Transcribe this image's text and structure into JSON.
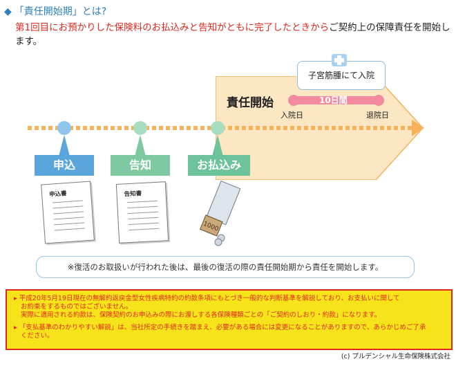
{
  "header": {
    "title": "「責任開始期」とは?",
    "lead_red": "第1回目にお預かりした保険料のお払込みと告知がともに完了したときから",
    "lead_black": "ご契約上の保障責任を開始します。"
  },
  "diagram": {
    "hospital_card": "子宮筋腫にて入院",
    "responsibility_start": "責任開始",
    "stay_length": "10日間",
    "admission": "入院日",
    "discharge": "退院日",
    "stages": [
      {
        "label": "申込",
        "color": "#5ba5dd"
      },
      {
        "label": "告知",
        "color": "#7ec8a2"
      },
      {
        "label": "お払込み",
        "color": "#6cc39a"
      }
    ],
    "docs": {
      "application": "申込書",
      "disclosure": "告知書"
    },
    "bill": "1000",
    "revival_note": "※復活のお取扱いが行われた後は、最後の復活の際の責任開始期から責任を開始します。"
  },
  "notice": {
    "bullet1_line1": "平成20年5月19日現在の無解約返戻金型女性疾病特約の約款条項にもとづき一般的な判断基準を解説しており、お支払いに関して",
    "bullet1_line2": "お約束をするものではございません。",
    "bullet1_line3": "実際に適用される約款は、保険契約のお申込みの際にお渡しする各保険種類ごとの「ご契約のしおり・約款」になります。",
    "bullet2_line1": "「支払基準のわかりやすい解説」は、当社所定の手続きを踏まえ、必要がある場合には変更になることがありますので、あらかじめご了承",
    "bullet2_line2": "ください。"
  },
  "footer": {
    "copyright": "(c) プルデンシャル生命保険株式会社"
  },
  "colors": {
    "accent_blue": "#2a7fc0",
    "accent_red": "#e0281e",
    "timeline_orange": "#f6b35c",
    "panel_fill": "#fde6c2",
    "notice_yellow": "#f7e31a"
  }
}
